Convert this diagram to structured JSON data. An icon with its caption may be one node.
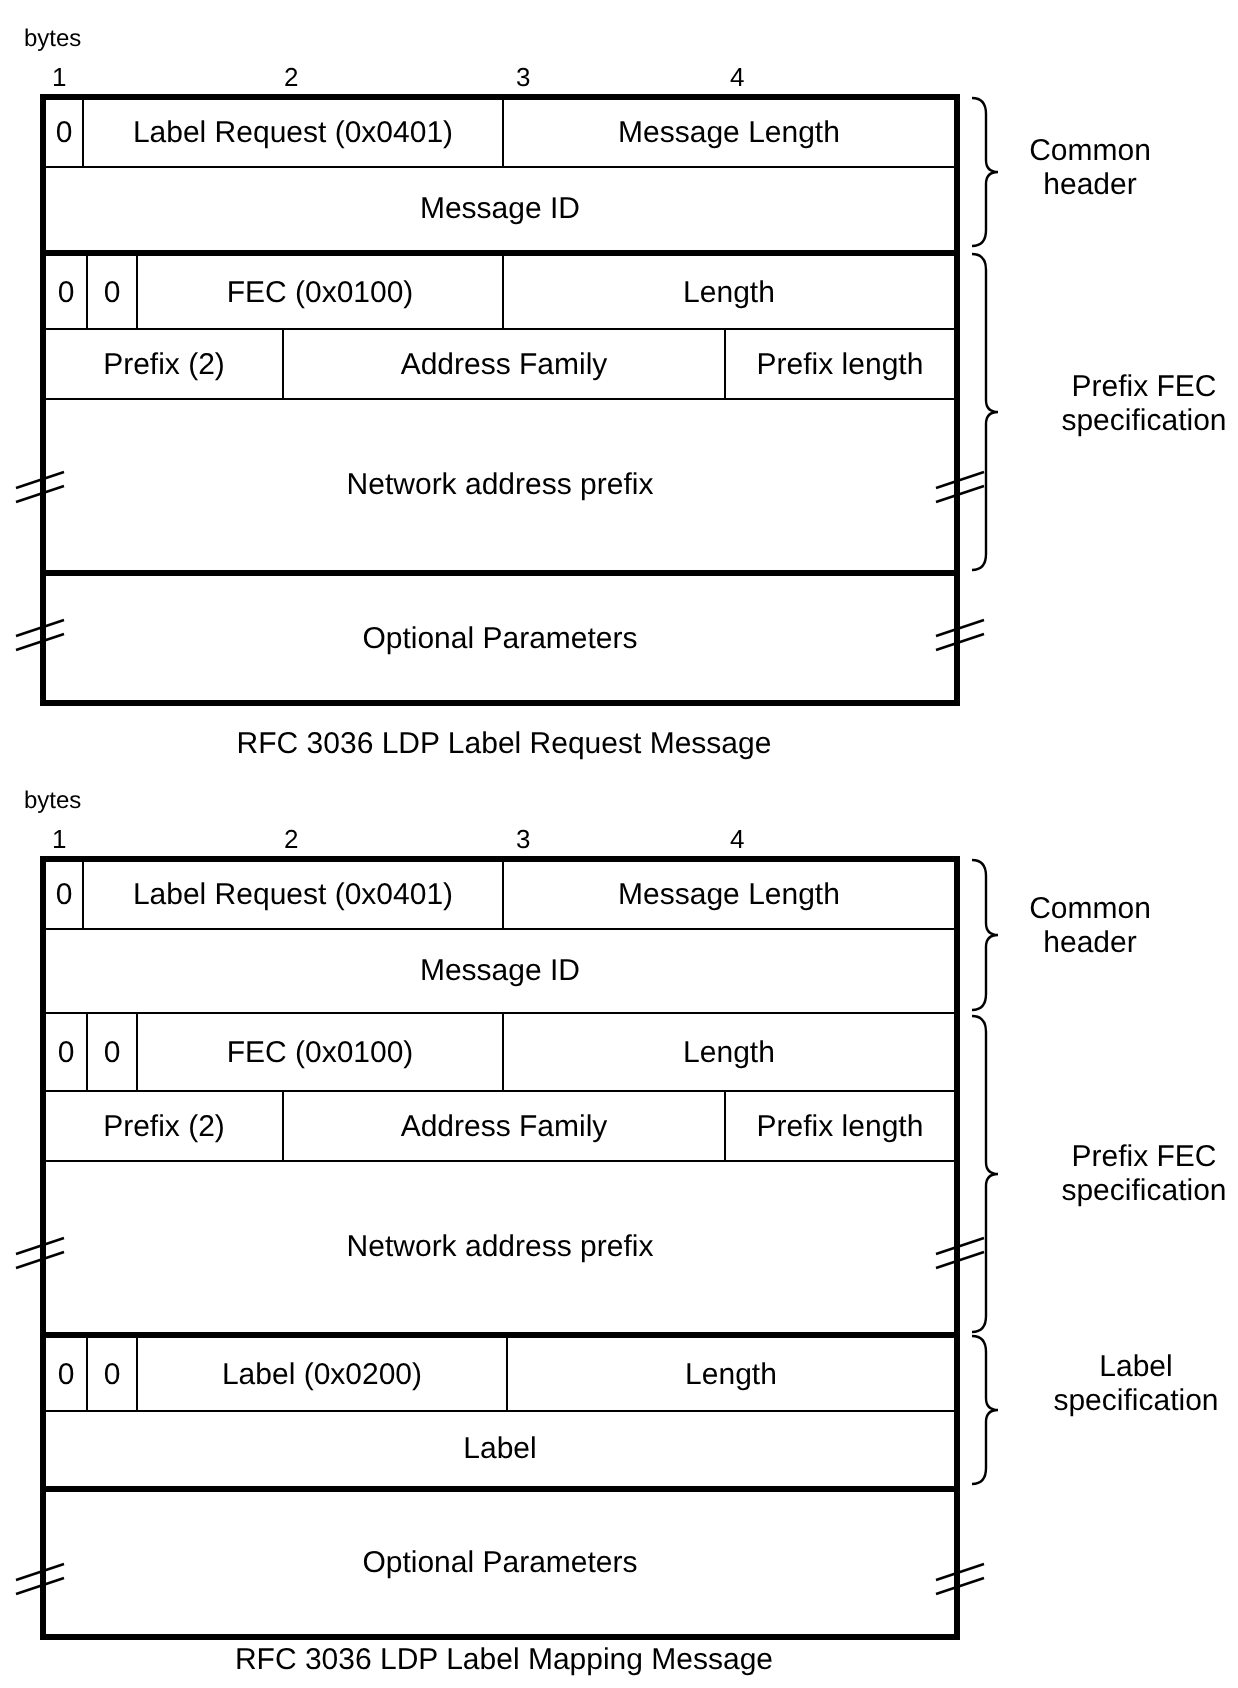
{
  "diagram": {
    "labels": [
      "bytes",
      "1",
      "2",
      "3",
      "4",
      "0",
      "Label Request (0x0401)",
      "Message Length",
      "Message ID",
      "0",
      "0",
      "FEC (0x0100)",
      "Length",
      "Prefix (2)",
      "Address Family",
      "Prefix length",
      "Network address prefix",
      "Optional Parameters",
      "Common header",
      "Prefix FEC specification",
      "RFC 3036 LDP Label Request Message",
      "bytes",
      "1",
      "2",
      "3",
      "4",
      "0",
      "Label Request (0x0401)",
      "Message Length",
      "Message ID",
      "0",
      "0",
      "FEC (0x0100)",
      "Length",
      "Prefix (2)",
      "Address Family",
      "Prefix length",
      "Network address prefix",
      "0",
      "0",
      "Label (0x0200)",
      "Length",
      "Label",
      "Optional Parameters",
      "Common header",
      "Prefix FEC specification",
      "Label specification",
      "RFC 3036 LDP Label Mapping Message"
    ]
  }
}
